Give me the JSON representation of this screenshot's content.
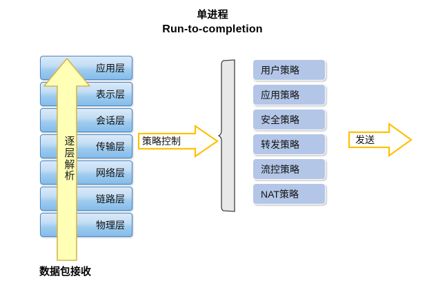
{
  "diagram": {
    "title": {
      "line_cn": "单进程",
      "line_en": "Run-to-completion"
    },
    "osi_stack": {
      "layers": [
        {
          "label": "应用层"
        },
        {
          "label": "表示层"
        },
        {
          "label": "会话层"
        },
        {
          "label": "传输层"
        },
        {
          "label": "网络层"
        },
        {
          "label": "链路层"
        },
        {
          "label": "物理层"
        }
      ],
      "arrow_text_chars": [
        "逐",
        "层",
        "解",
        "析"
      ],
      "arrow_text": "逐层解析",
      "bottom_caption": "数据包接收"
    },
    "policy_control_arrow": {
      "label": "策略控制"
    },
    "policy_list": {
      "items": [
        {
          "label": "用户策略"
        },
        {
          "label": "应用策略"
        },
        {
          "label": "安全策略"
        },
        {
          "label": "转发策略"
        },
        {
          "label": "流控策略"
        },
        {
          "label": "NAT策略"
        }
      ]
    },
    "send_arrow": {
      "label": "发送"
    },
    "colors": {
      "background": "#ffffff",
      "osi_box_border": "#4a87c4",
      "osi_box_fill_top": "#dbeaf8",
      "osi_box_fill_bottom": "#84bcea",
      "arrow_yellow_fill": "#ffffb5",
      "arrow_yellow_border": "#d4b54a",
      "policy_box_fill": "#b3c6e7",
      "policy_box_border": "#ffffff",
      "gold_arrow_stroke": "#ffc000",
      "gold_arrow_fill": "#ffffff",
      "brace_fill": "#e8e8e8",
      "brace_stroke": "#3f3f3f",
      "text": "#111111"
    }
  }
}
